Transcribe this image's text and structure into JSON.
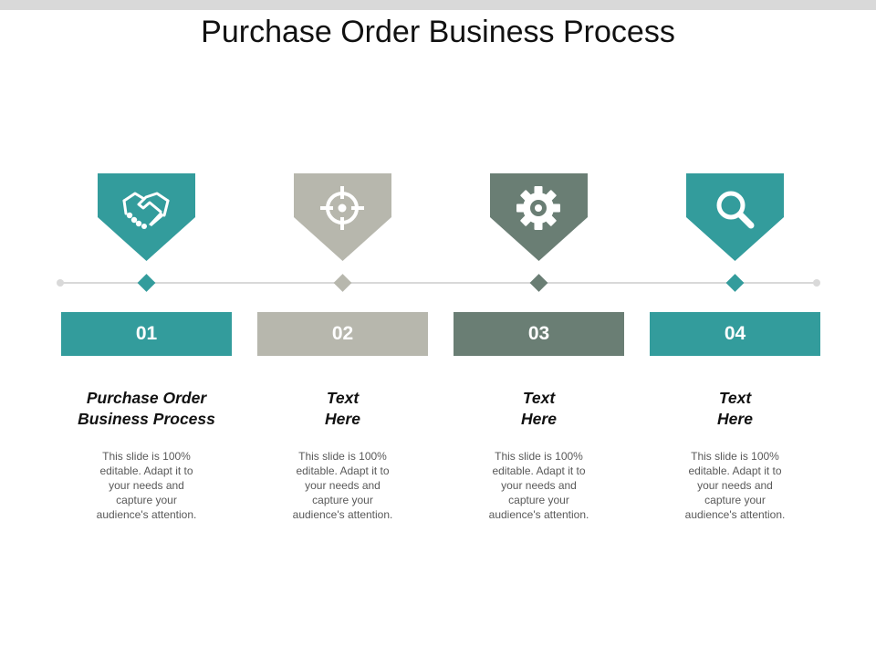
{
  "title": "Purchase Order Business Process",
  "colors": {
    "teal": "#339c9c",
    "gray": "#b7b7ad",
    "slate": "#6a7e74",
    "line": "#d9d9d9"
  },
  "steps": [
    {
      "number": "01",
      "icon": "handshake-icon",
      "color": "#339c9c",
      "title_lines": [
        "Purchase Order",
        "Business Process"
      ],
      "desc_lines": [
        "This slide is 100%",
        "editable. Adapt it to",
        "your needs and",
        "capture your",
        "audience's attention."
      ]
    },
    {
      "number": "02",
      "icon": "target-icon",
      "color": "#b7b7ad",
      "title_lines": [
        "Text",
        "Here"
      ],
      "desc_lines": [
        "This slide is 100%",
        "editable. Adapt it to",
        "your needs and",
        "capture your",
        "audience's attention."
      ]
    },
    {
      "number": "03",
      "icon": "gear-icon",
      "color": "#6a7e74",
      "title_lines": [
        "Text",
        "Here"
      ],
      "desc_lines": [
        "This slide is 100%",
        "editable. Adapt it to",
        "your needs and",
        "capture your",
        "audience's attention."
      ]
    },
    {
      "number": "04",
      "icon": "search-icon",
      "color": "#339c9c",
      "title_lines": [
        "Text",
        "Here"
      ],
      "desc_lines": [
        "This slide is 100%",
        "editable. Adapt it to",
        "your needs and",
        "capture your",
        "audience's attention."
      ]
    }
  ]
}
